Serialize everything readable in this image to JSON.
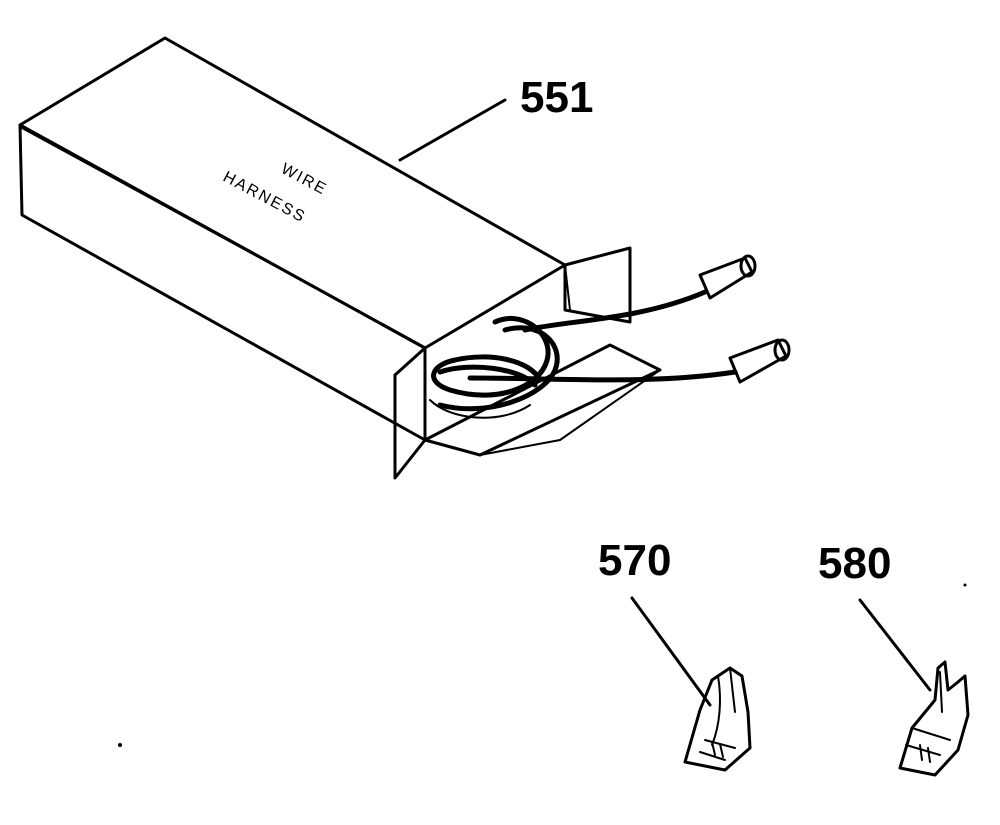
{
  "parts": [
    {
      "id": "551",
      "label": "551",
      "box_text": [
        "WIRE",
        "HARNESS"
      ]
    },
    {
      "id": "570",
      "label": "570"
    },
    {
      "id": "580",
      "label": "580"
    }
  ]
}
